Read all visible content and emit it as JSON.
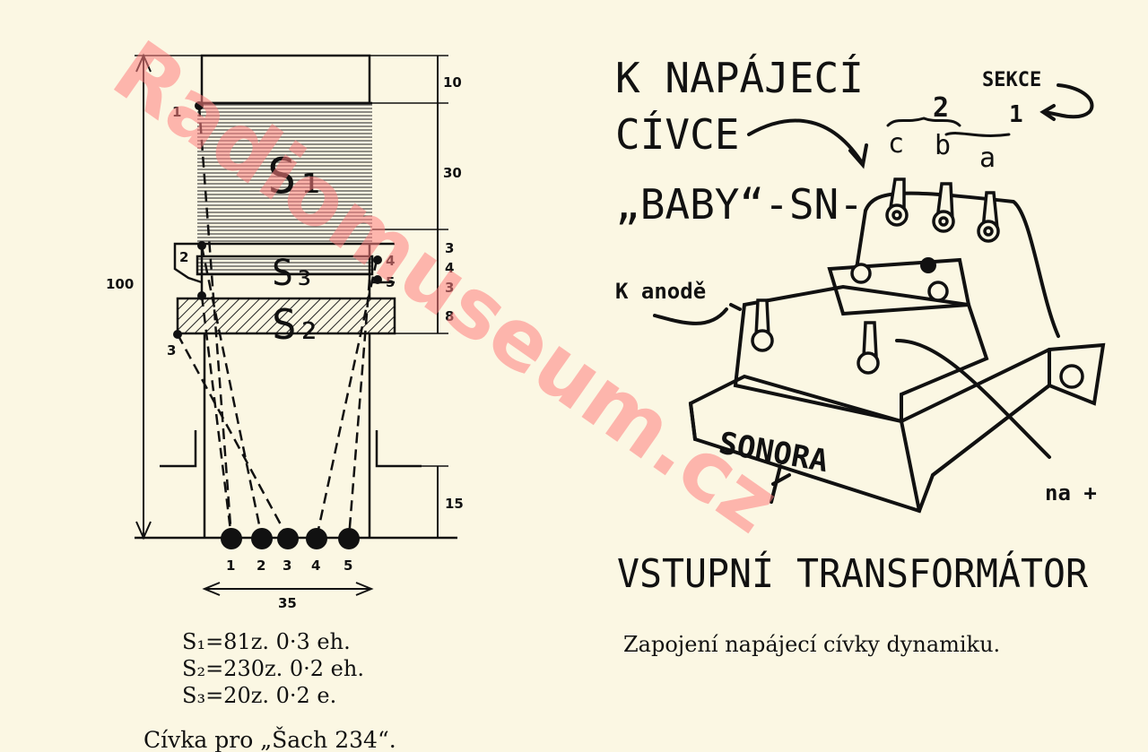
{
  "left_figure": {
    "winding_labels": {
      "s1": "S₁",
      "s2": "S₂",
      "s3": "S₃"
    },
    "dimensions": {
      "total": "100",
      "top": "10",
      "s1": "30",
      "gap1": "3",
      "s3": "4",
      "gap2": "3",
      "s2": "8",
      "bottom": "15",
      "width": "35"
    },
    "tap_labels": [
      "1",
      "2",
      "3",
      "4",
      "5"
    ],
    "pin_labels": [
      "1",
      "2",
      "3",
      "4",
      "5"
    ],
    "specs": [
      "S₁=81z. 0·3 eh.",
      "S₂=230z. 0·2 eh.",
      "S₃=20z. 0·2 e."
    ],
    "caption": "Cívka pro „Šach 234“."
  },
  "right_figure": {
    "heading_lines": [
      "K NAPÁJECÍ",
      "CÍVCE",
      "„BABY“-SN-"
    ],
    "section_label": "SEKCE",
    "section_numbers": [
      "2",
      "1"
    ],
    "terminal_letters": [
      "c",
      "b",
      "a"
    ],
    "anode_label": "K anodě",
    "brand": "SONORA",
    "plus_label": "na +",
    "title": "VSTUPNÍ TRANSFORMÁTOR",
    "caption": "Zapojení napájecí cívky dynamiku."
  },
  "watermark": "Radiomuseum.cz"
}
